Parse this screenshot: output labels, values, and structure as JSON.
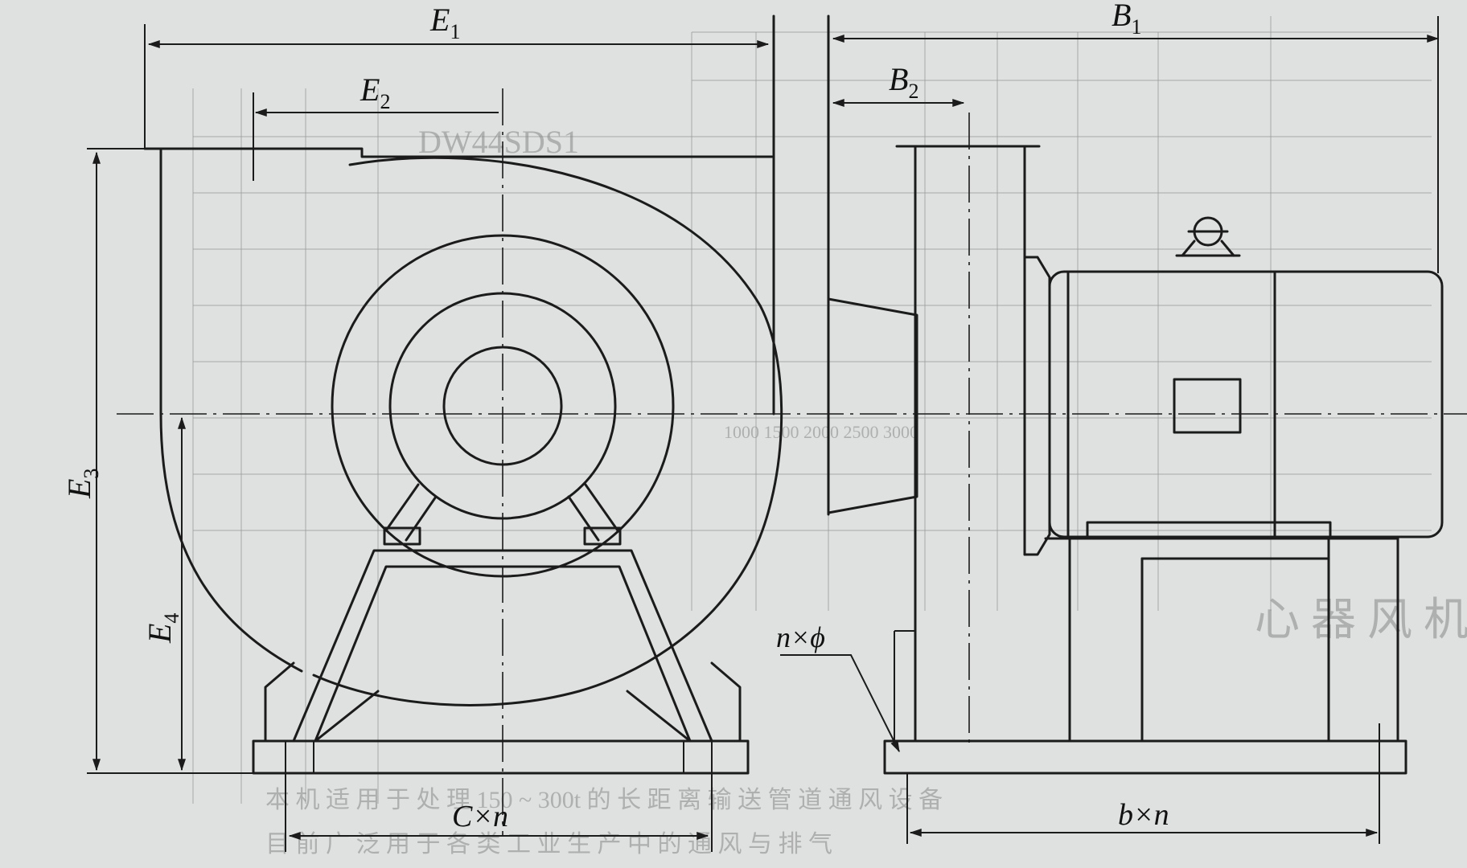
{
  "diagram": {
    "labels": {
      "E1": {
        "main": "E",
        "sub": "1"
      },
      "E2": {
        "main": "E",
        "sub": "2"
      },
      "E3": {
        "main": "E",
        "sub": "3"
      },
      "E4": {
        "main": "E",
        "sub": "4"
      },
      "B1": {
        "main": "B",
        "sub": "1"
      },
      "B2": {
        "main": "B",
        "sub": "2"
      },
      "CxN": "C×n",
      "BxN": "b×n",
      "NxPhi": "n×ϕ"
    }
  }
}
